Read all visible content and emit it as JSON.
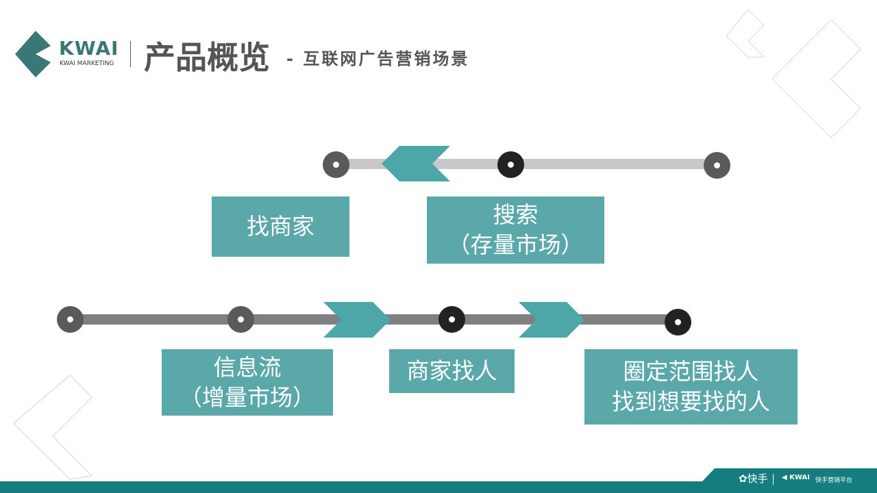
{
  "logo": {
    "brand": "KWAI",
    "tagline": "KWAI MARKETING"
  },
  "header": {
    "title": "产品概览",
    "subtitle": "- 互联网广告营销场景"
  },
  "top_flow": {
    "boxes": [
      {
        "lines": [
          "找商家"
        ]
      },
      {
        "lines": [
          "搜索",
          "（存量市场）"
        ]
      }
    ]
  },
  "bottom_flow": {
    "boxes": [
      {
        "lines": [
          "信息流",
          "（增量市场）"
        ]
      },
      {
        "lines": [
          "商家找人"
        ]
      },
      {
        "lines": [
          "圈定范围找人",
          "找到想要找的人"
        ]
      }
    ]
  },
  "footer": {
    "kuaishou": "快手",
    "kwai": "KWAI",
    "platform": "快手营销平台"
  },
  "colors": {
    "teal": "#5ba8ab",
    "accent": "#4da6a8",
    "footer": "#157d7d",
    "logo": "#3a7777"
  }
}
